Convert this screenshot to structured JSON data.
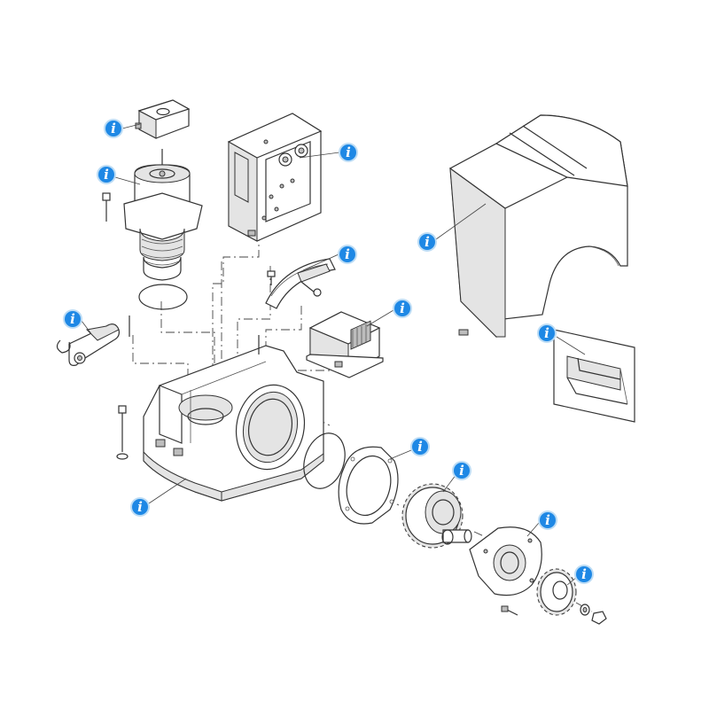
{
  "diagram": {
    "hotspot_glyph": "i",
    "hotspot_icon": "info-icon",
    "colors": {
      "hotspot_fill": "#1e88e5",
      "hotspot_ring": "#bcdcf5",
      "line": "#333333",
      "shade": "#e4e4e4"
    },
    "hotspots": [
      {
        "part": "control-box-lid"
      },
      {
        "part": "motor"
      },
      {
        "part": "control-board"
      },
      {
        "part": "release-lever"
      },
      {
        "part": "limit-switch-bracket"
      },
      {
        "part": "transformer"
      },
      {
        "part": "cover"
      },
      {
        "part": "cover-bracket"
      },
      {
        "part": "gearmotor-housing"
      },
      {
        "part": "gasket"
      },
      {
        "part": "gear"
      },
      {
        "part": "gear-plate"
      },
      {
        "part": "pinion"
      }
    ]
  }
}
